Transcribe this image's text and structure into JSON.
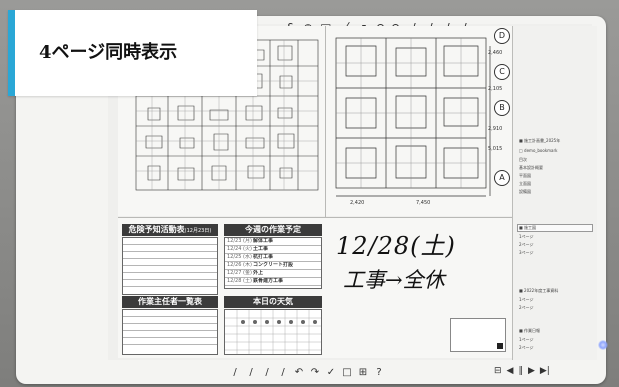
{
  "caption": {
    "text": "4ページ同時表示",
    "accent": "#2aa7d6"
  },
  "page3": {
    "risk_table": {
      "title": "危険予知活動表",
      "date": "(12月23日)"
    },
    "schedule": {
      "title": "今週の作業予定",
      "rows": [
        {
          "time": "12/23 (月)",
          "work": "解体工事"
        },
        {
          "time": "12/24 (火)",
          "work": "土工事"
        },
        {
          "time": "12/25 (水)",
          "work": "杭打工事"
        },
        {
          "time": "12/26 (木)",
          "work": "コンクリート打設"
        },
        {
          "time": "12/27 (金)",
          "work": "外上"
        },
        {
          "time": "12/28 (土)",
          "work": "鉄骨建方工事"
        }
      ]
    },
    "foreman_table": {
      "title": "作業主任者一覧表"
    },
    "weather": {
      "title": "本日の天気"
    }
  },
  "page4": {
    "handwriting_date": "12/28(土)",
    "handwriting_note": "工事→全休"
  },
  "plan": {
    "grid_labels": [
      "D",
      "C",
      "B",
      "A"
    ],
    "dims": [
      "2,420",
      "7,450",
      "2,460",
      "2,105",
      "2,910",
      "5,015"
    ]
  },
  "sidebar": {
    "items": [
      "■ 施工計画書_2025年",
      "□ demo_bookmark",
      "目次",
      "基本設計概要",
      "平面図",
      "立面図",
      "設備図",
      "■ 施工図",
      "1ページ",
      "2ページ",
      "3ページ",
      "■ 2022年度工事資料",
      "1ページ",
      "2ページ",
      "■ 作業日報",
      "1ページ",
      "2ページ"
    ]
  },
  "toolbar_top": [
    "&",
    "⊕",
    "□",
    "〈",
    "↗",
    "↶",
    "↷",
    "/",
    "/",
    "/",
    "/"
  ],
  "toolbar_bottom": [
    "/",
    "/",
    "/",
    "/",
    "↶",
    "↷",
    "✓",
    "□",
    "⊞",
    "?"
  ],
  "pager": [
    "⊟",
    "◀",
    "‖",
    "▶",
    "▶|"
  ]
}
